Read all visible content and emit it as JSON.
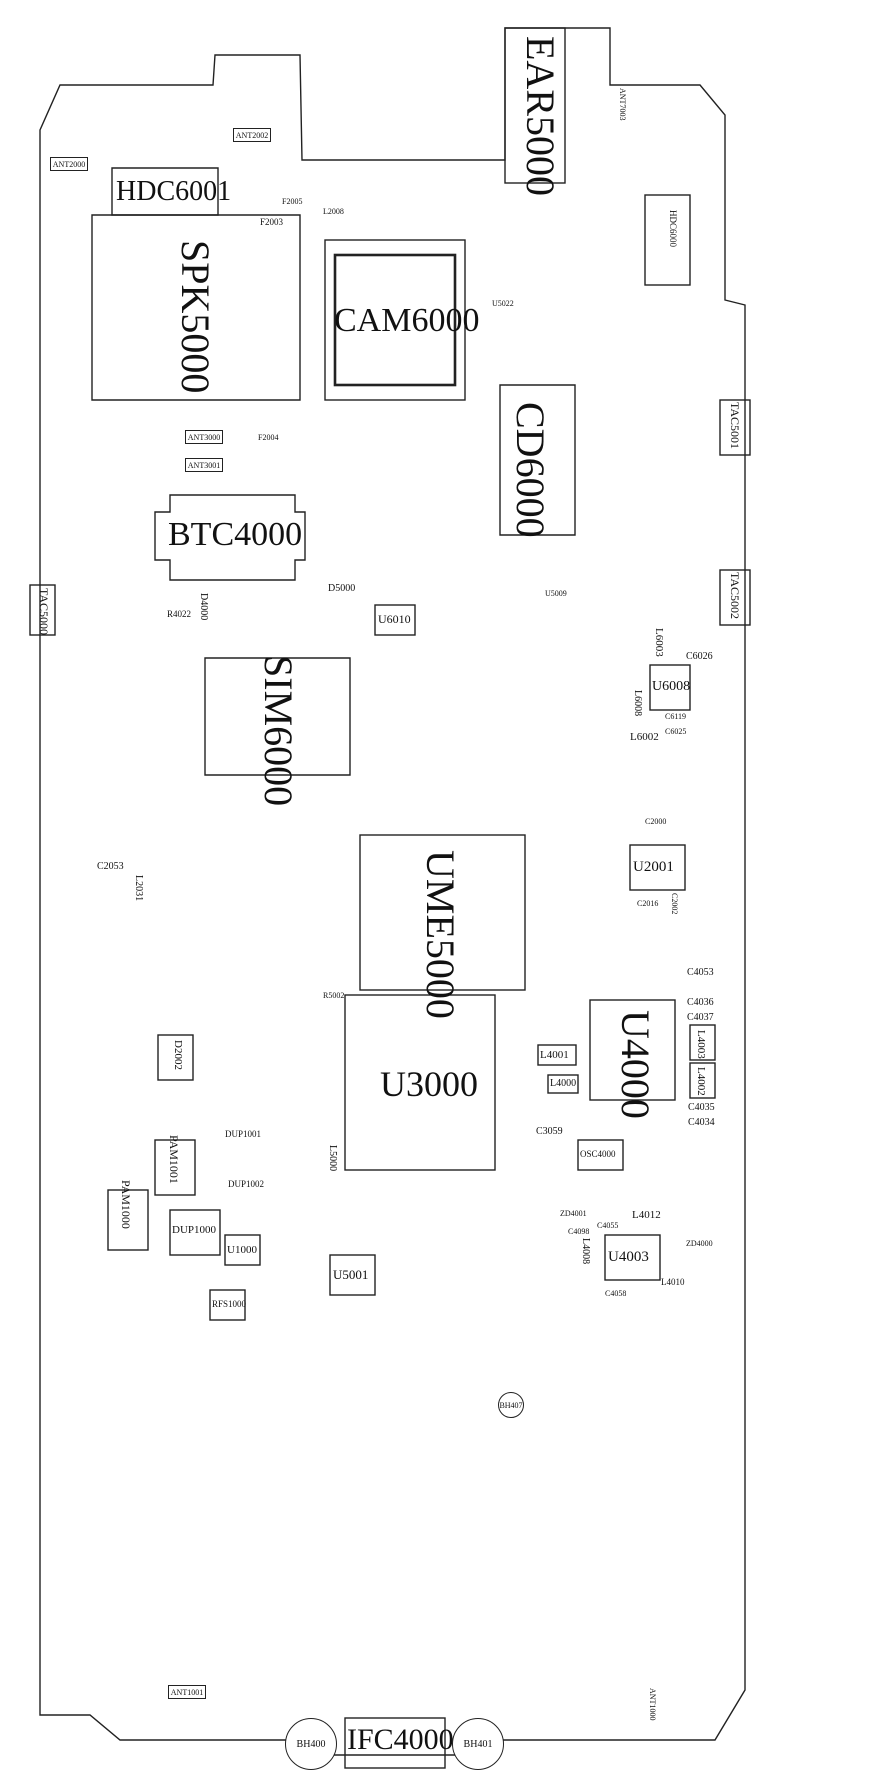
{
  "components": {
    "EAR5000": "EAR5000",
    "HDC6001": "HDC6001",
    "SPK5000": "SPK5000",
    "CAM6000": "CAM6000",
    "CD6000": "CD6000",
    "BTC4000": "BTC4000",
    "SIM6000": "SIM6000",
    "UME5000": "UME5000",
    "U3000": "U3000",
    "U4000": "U4000",
    "IFC4000": "IFC4000",
    "TAC5000": "TAC5000",
    "TAC5001": "TAC5001",
    "TAC5002": "TAC5002",
    "HDC6000": "HDC6000",
    "U6008": "U6008",
    "U2001": "U2001",
    "U4003": "U4003",
    "U5001": "U5001",
    "U6010": "U6010",
    "U1000": "U1000",
    "PAM1001": "PAM1001",
    "PAM1000": "PAM1000",
    "DUP1000": "DUP1000",
    "DUP1001": "DUP1001",
    "DUP1002": "DUP1002",
    "RFS1000": "RFS1000",
    "OSC4000": "OSC4000",
    "L4001": "L4001",
    "L4000": "L4000",
    "L4002": "L4002",
    "L4003": "L4003",
    "L4012": "L4012",
    "L6002": "L6002",
    "ZD4000": "ZD4000",
    "ZD4001": "ZD4001",
    "D5000": "D5000",
    "D4000": "D4000",
    "D2002": "D2002",
    "R4022": "R4022",
    "F2003": "F2003",
    "F2004": "F2004",
    "F2005": "F2005",
    "ANT2000": "ANT2000",
    "ANT2002": "ANT2002",
    "ANT3000": "ANT3000",
    "ANT3001": "ANT3001",
    "ANT1001": "ANT1001",
    "ANT1000": "ANT1000",
    "ANT7003": "ANT7003",
    "BH400": "BH400",
    "BH401": "BH401",
    "BH407": "BH407",
    "C6026": "C6026",
    "C4053": "C4053",
    "C4036": "C4036",
    "C4037": "C4037",
    "C4035": "C4035",
    "C4034": "C4034",
    "C3059": "C3059",
    "C2053": "C2053",
    "L2031": "L2031",
    "L4008": "L4008",
    "L4010": "L4010",
    "C4058": "C4058",
    "C4098": "C4098",
    "C4055": "C4055",
    "L5000": "L5000",
    "R5002": "R5002",
    "L6008": "L6008",
    "L6003": "L6003",
    "C6119": "C6119",
    "C6025": "C6025",
    "U5022": "U5022",
    "L2008": "L2008",
    "U5009": "U5009",
    "C2016": "C2016",
    "C2002": "C2002",
    "C2000": "C2000"
  },
  "colors": {
    "line": "#222222",
    "background": "#ffffff"
  }
}
